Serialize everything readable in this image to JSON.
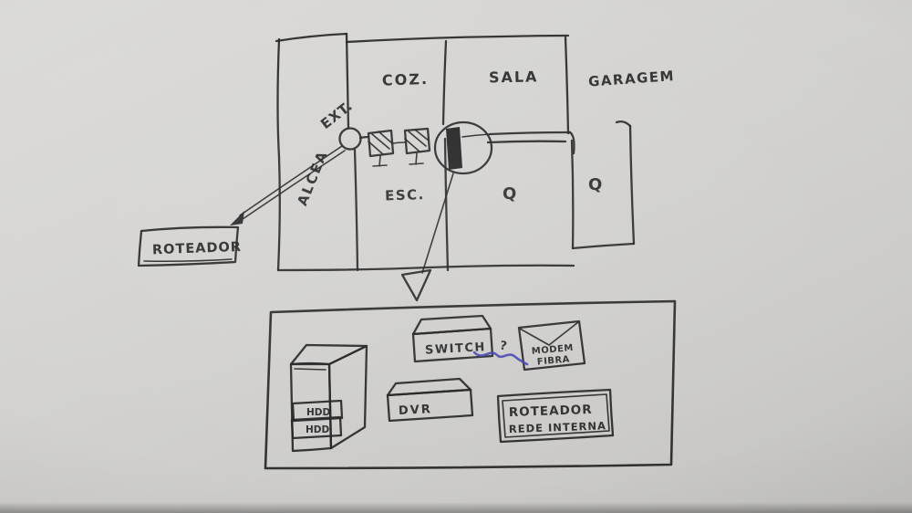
{
  "meta": {
    "description": "Hand-drawn floor plan and network equipment sketch on gray paper"
  },
  "colors": {
    "paper": "#d4d3d1",
    "ink": "#262626",
    "blue_ink": "#4343ae",
    "pencil": "#6e6e7a"
  },
  "floorplan": {
    "ext": "EXT.",
    "alcea": "ALCEA",
    "coz": "COZ.",
    "sala": "SALA",
    "garagem": "GARAGEM",
    "esc": "ESC.",
    "q_left": "Q",
    "q_right": "Q",
    "roteador": "ROTEADOR"
  },
  "equipment": {
    "switch": "SWITCH",
    "modem_line1": "MODEM",
    "modem_line2": "FIBRA",
    "dvr": "DVR",
    "router_line1": "ROTEADOR",
    "router_line2": "REDE INTERNA",
    "hdd_top": "HDD",
    "hdd_bottom": "HDD",
    "question": "?"
  }
}
